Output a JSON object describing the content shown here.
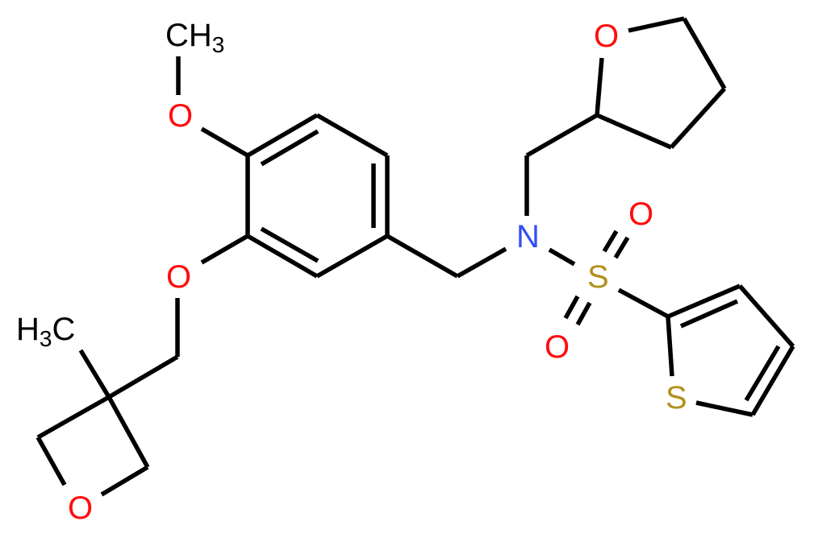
{
  "molecule": {
    "description": "Skeletal structure of N-[4-methoxy-3-[(3-methyloxetan-3-yl)methoxy]benzyl]-N-(oxolan-2-ylmethyl)thiophene-2-sulfonamide",
    "colors": {
      "bond": "#000000",
      "carbon": "#000000",
      "oxygen": "#ff0d0d",
      "nitrogen": "#3050f8",
      "sulfur": "#b2901f",
      "background": "#ffffff"
    },
    "atoms": {
      "methoxy_ch3": {
        "main": "CH",
        "sub": "3"
      },
      "methoxy_o": "O",
      "ether_o": "O",
      "methyl_label": {
        "main_h": "H",
        "sub": "3",
        "main_c": "C"
      },
      "oxetane_o": "O",
      "amine_n": "N",
      "thf_o": "O",
      "sulfonyl_s": "S",
      "sulfonyl_o_top": "O",
      "sulfonyl_o_bottom": "O",
      "thiophene_s": "S"
    }
  }
}
